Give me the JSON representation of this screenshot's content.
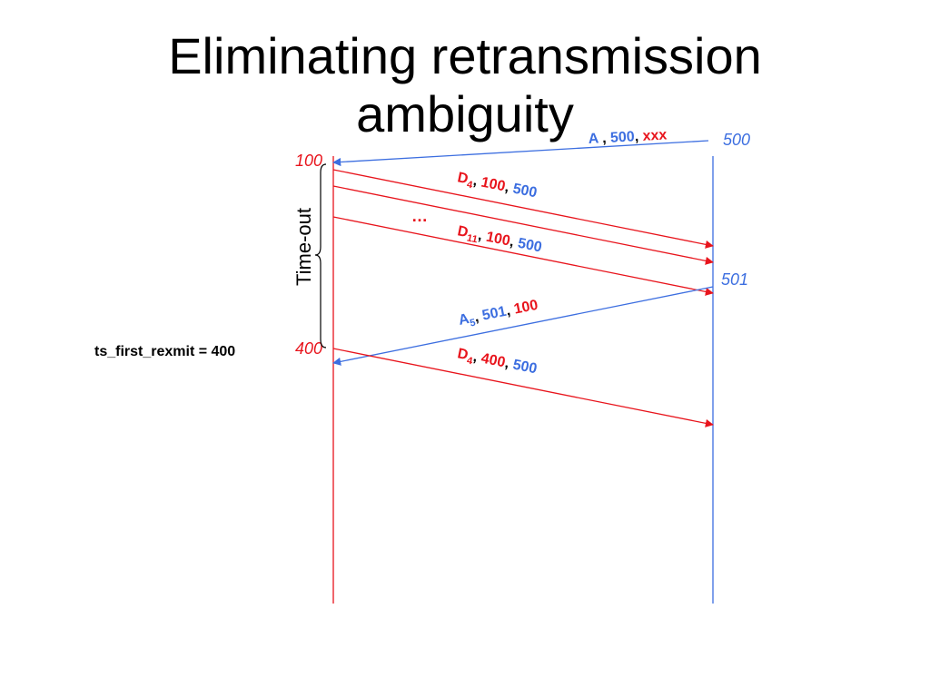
{
  "title": {
    "line1": "Eliminating retransmission",
    "line2": "ambiguity"
  },
  "colors": {
    "red": "#e8141c",
    "blue": "#3c6ee0",
    "black": "#000000"
  },
  "left_times": {
    "t100": "100",
    "t400": "400"
  },
  "right_times": {
    "t500": "500",
    "t501": "501"
  },
  "timeout_label": "Time-out",
  "ts_label": "ts_first_rexmit = 400",
  "ellipsis": "…",
  "ack1": {
    "letter": "A",
    "sep1": " , ",
    "v1": "500",
    "sep2": ", ",
    "v2": "xxx"
  },
  "d1": {
    "letter": "D",
    "sub": "4",
    "sep1": ", ",
    "v1": "100",
    "sep2": ", ",
    "v2": "500"
  },
  "d2": {
    "letter": "D",
    "sub": "11",
    "sep1": ", ",
    "v1": "100",
    "sep2": ", ",
    "v2": "500"
  },
  "ack2": {
    "letter": "A",
    "sub": "5",
    "sep1": ", ",
    "v1": "501",
    "sep2": ", ",
    "v2": "100"
  },
  "d3": {
    "letter": "D",
    "sub": "4",
    "sep1": ", ",
    "v1": "400",
    "sep2": ", ",
    "v2": "500"
  }
}
